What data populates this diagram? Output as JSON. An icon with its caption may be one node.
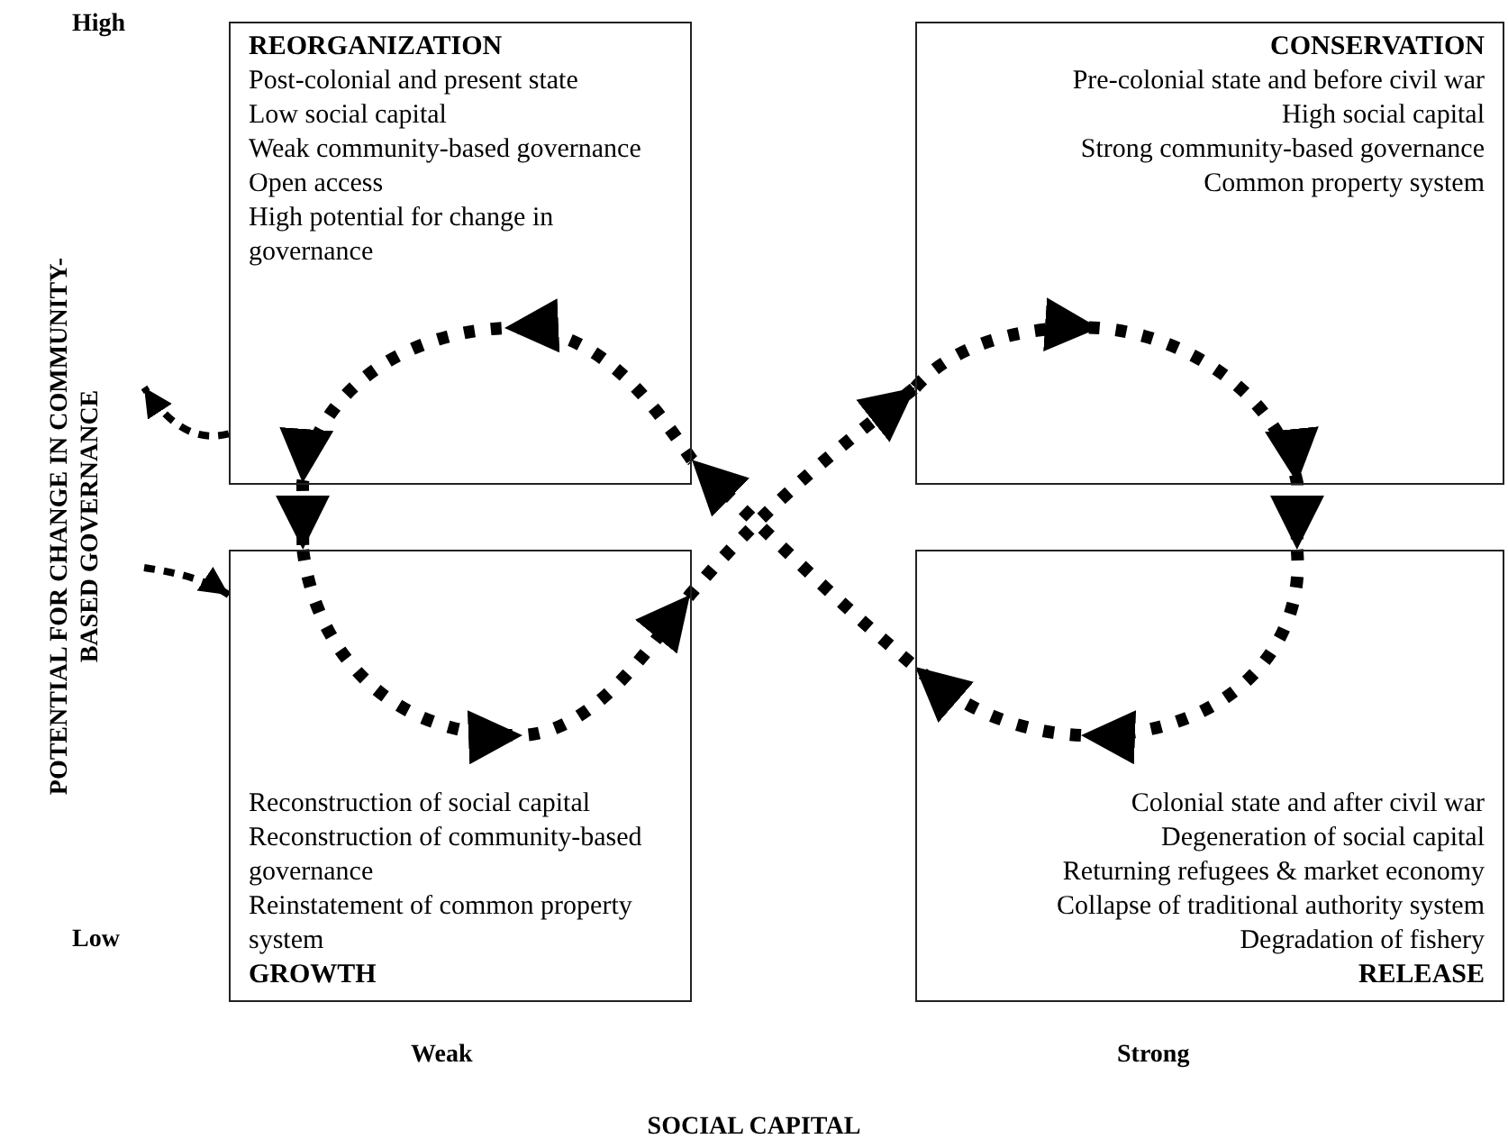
{
  "diagram": {
    "nodes": [
      {
        "text": [
          "REORGANIZATION",
          "Post-colonial and present state",
          "Low social capital",
          "Weak community-based governance",
          "Open access",
          "High potential for change in governance"
        ]
      },
      {
        "text": [
          "CONSERVATION",
          "Pre-colonial state and before civil war",
          "High social capital",
          "Strong community-based governance",
          "Common property system"
        ]
      },
      {
        "text": [
          "Reconstruction of social capital",
          "Reconstruction of community-based governance",
          "Reinstatement of common property system",
          "GROWTH"
        ]
      },
      {
        "text": [
          "Colonial state and after civil war",
          "Degeneration of social capital",
          "Returning refugees & market economy",
          "Collapse of traditional authority system",
          "Degradation of fishery",
          "RELEASE"
        ]
      }
    ],
    "edges": [
      {
        "from": 2,
        "to": 1,
        "arrow": "to"
      },
      {
        "from": 1,
        "to": 3,
        "arrow": "to"
      },
      {
        "from": 3,
        "to": 0,
        "arrow": "to"
      },
      {
        "from": 0,
        "to": 2,
        "arrow": "to"
      },
      {
        "from": 0,
        "to": null,
        "arrow": "to",
        "style": "dashed"
      },
      {
        "from": null,
        "to": 2,
        "arrow": "to",
        "style": "dashed"
      }
    ],
    "labels": [
      "High",
      "POTENTIAL FOR CHANGE IN COMMUNITY-BASED GOVERNANCE",
      "Low",
      "Weak",
      "Strong",
      "SOCIAL CAPITAL"
    ]
  }
}
